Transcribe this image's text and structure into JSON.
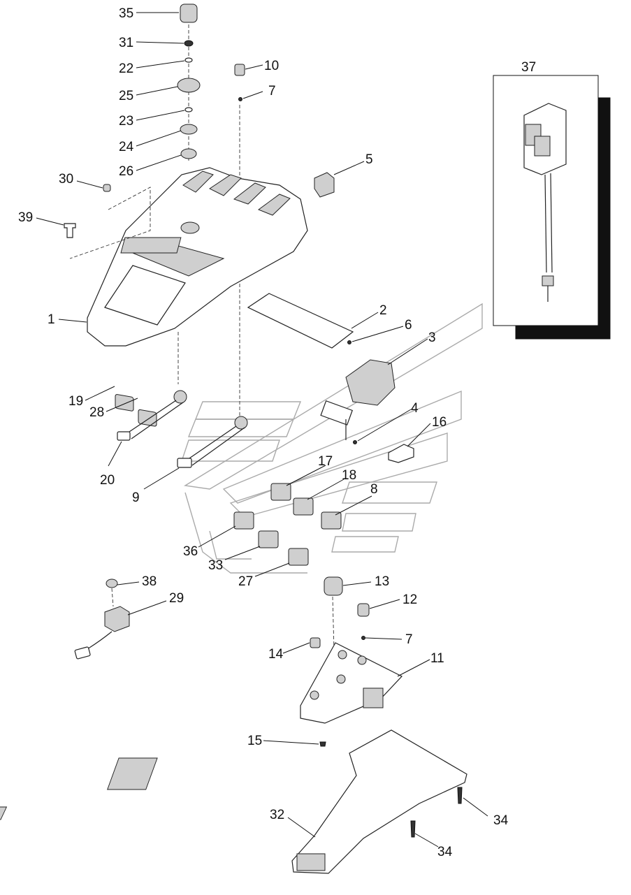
{
  "callouts": [
    {
      "id": "c35",
      "number": "35"
    },
    {
      "id": "c31",
      "number": "31"
    },
    {
      "id": "c22",
      "number": "22"
    },
    {
      "id": "c25",
      "number": "25"
    },
    {
      "id": "c23",
      "number": "23"
    },
    {
      "id": "c24",
      "number": "24"
    },
    {
      "id": "c26",
      "number": "26"
    },
    {
      "id": "c30",
      "number": "30"
    },
    {
      "id": "c39",
      "number": "39"
    },
    {
      "id": "c1",
      "number": "1"
    },
    {
      "id": "c10",
      "number": "10"
    },
    {
      "id": "c7a",
      "number": "7"
    },
    {
      "id": "c5",
      "number": "5"
    },
    {
      "id": "c37",
      "number": "37"
    },
    {
      "id": "c2",
      "number": "2"
    },
    {
      "id": "c6",
      "number": "6"
    },
    {
      "id": "c3",
      "number": "3"
    },
    {
      "id": "c4",
      "number": "4"
    },
    {
      "id": "c16",
      "number": "16"
    },
    {
      "id": "c19",
      "number": "19"
    },
    {
      "id": "c28",
      "number": "28"
    },
    {
      "id": "c20",
      "number": "20"
    },
    {
      "id": "c9",
      "number": "9"
    },
    {
      "id": "c17",
      "number": "17"
    },
    {
      "id": "c18",
      "number": "18"
    },
    {
      "id": "c8",
      "number": "8"
    },
    {
      "id": "c36",
      "number": "36"
    },
    {
      "id": "c33",
      "number": "33"
    },
    {
      "id": "c27",
      "number": "27"
    },
    {
      "id": "c38",
      "number": "38"
    },
    {
      "id": "c29",
      "number": "29"
    },
    {
      "id": "c13",
      "number": "13"
    },
    {
      "id": "c12",
      "number": "12"
    },
    {
      "id": "c7b",
      "number": "7"
    },
    {
      "id": "c14",
      "number": "14"
    },
    {
      "id": "c11",
      "number": "11"
    },
    {
      "id": "c15",
      "number": "15"
    },
    {
      "id": "c32",
      "number": "32"
    },
    {
      "id": "c34a",
      "number": "34"
    },
    {
      "id": "c34b",
      "number": "34"
    }
  ]
}
